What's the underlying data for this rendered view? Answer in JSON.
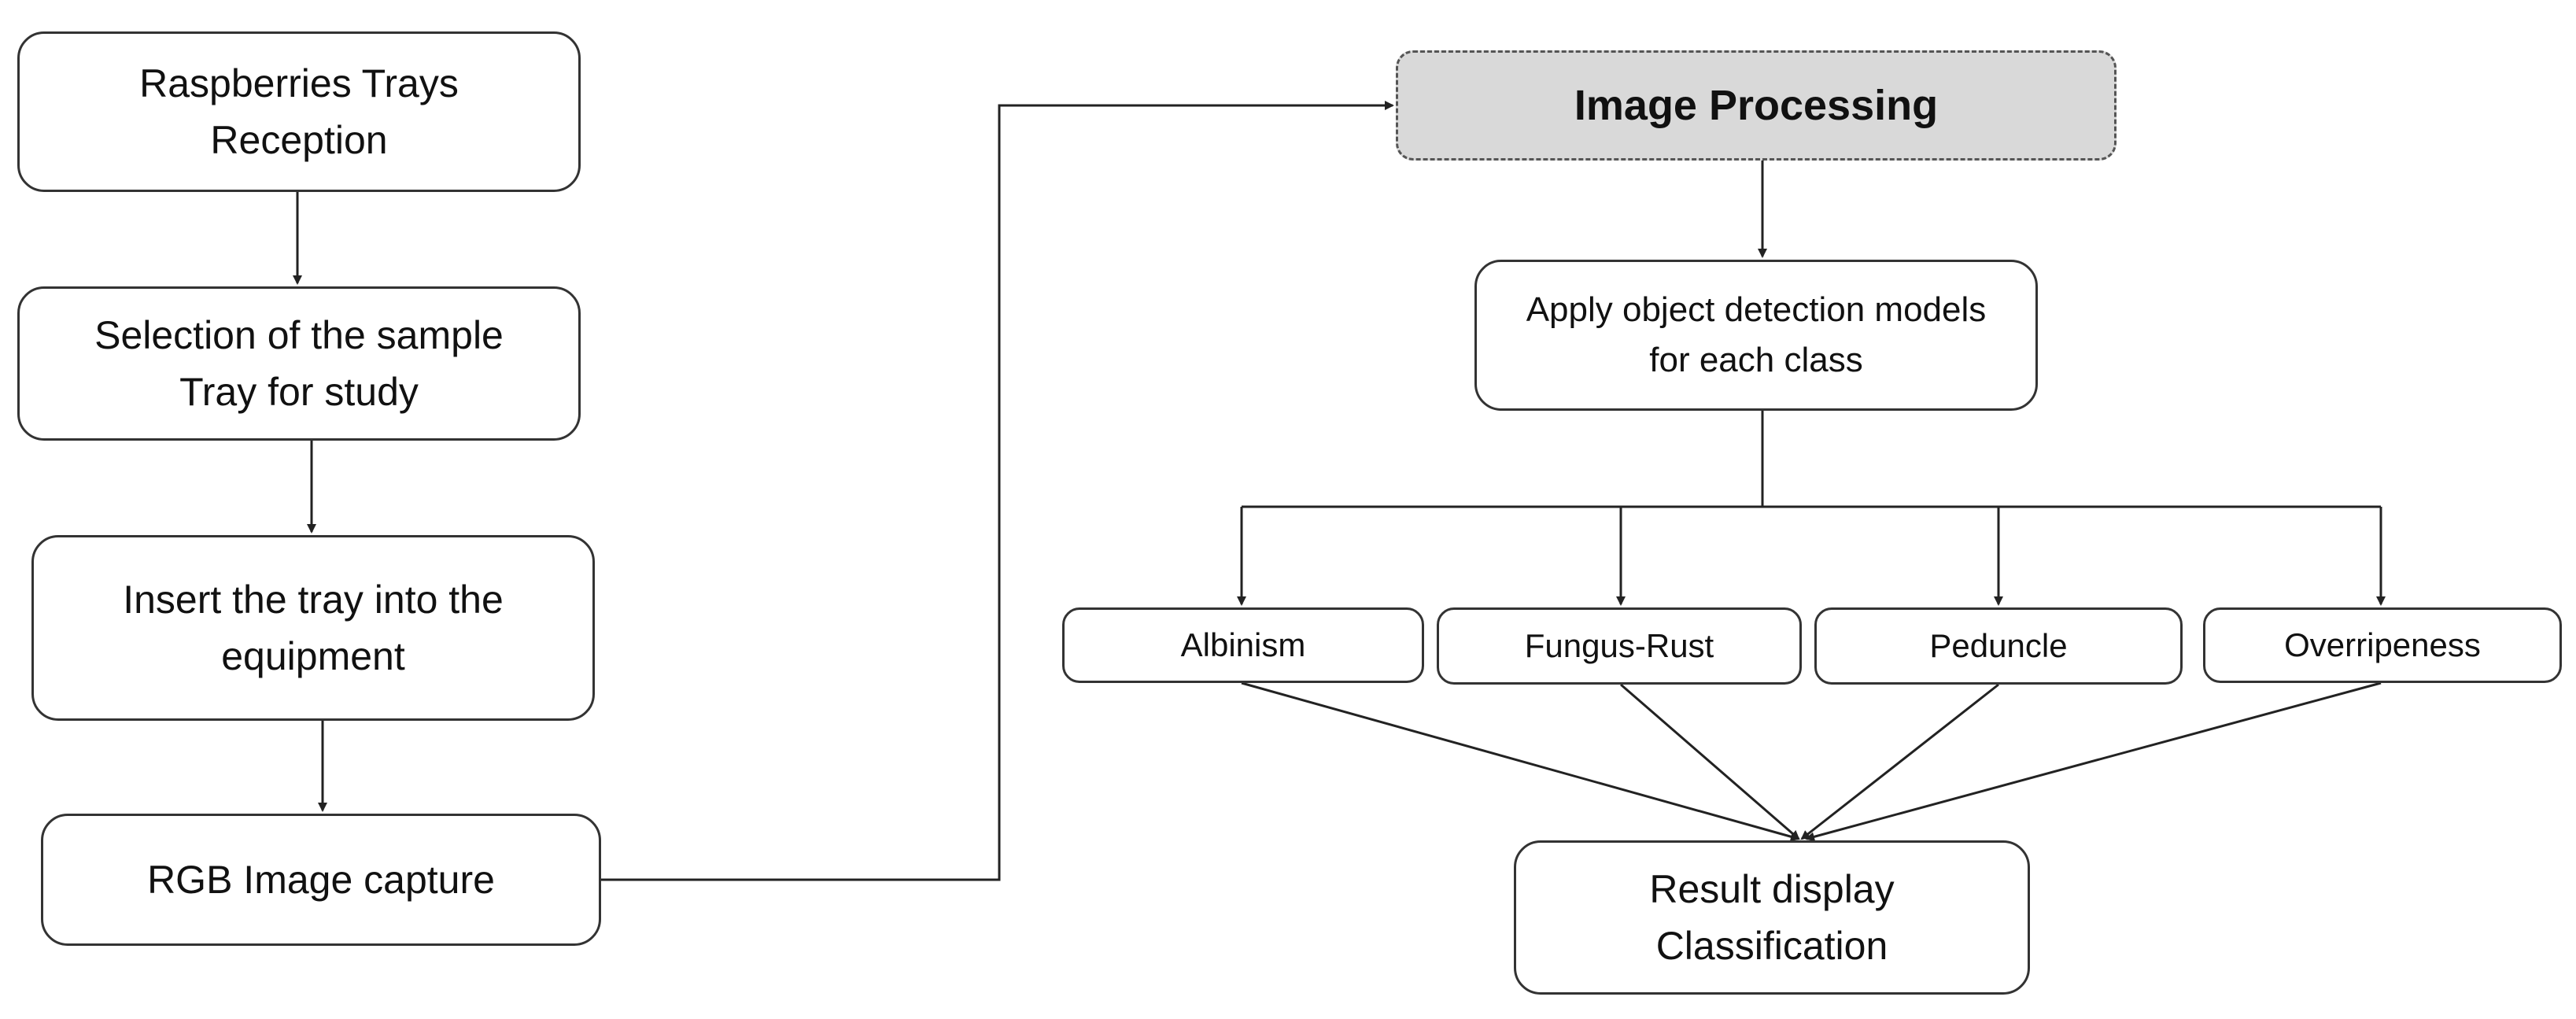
{
  "left_flow": {
    "reception": [
      "Raspberries Trays",
      "Reception"
    ],
    "selection": [
      "Selection of the sample",
      "Tray for study"
    ],
    "insert": [
      "Insert the tray into the",
      "equipment"
    ],
    "capture": [
      "RGB Image capture"
    ]
  },
  "right_flow": {
    "header": "Image Processing",
    "detection": [
      "Apply object detection models",
      "for each class"
    ],
    "classes": [
      "Albinism",
      "Fungus-Rust",
      "Peduncle",
      "Overripeness"
    ],
    "result": [
      "Result display",
      "Classification"
    ]
  },
  "colors": {
    "stroke": "#333333",
    "header_fill": "#d9d9d9",
    "background": "#ffffff"
  }
}
